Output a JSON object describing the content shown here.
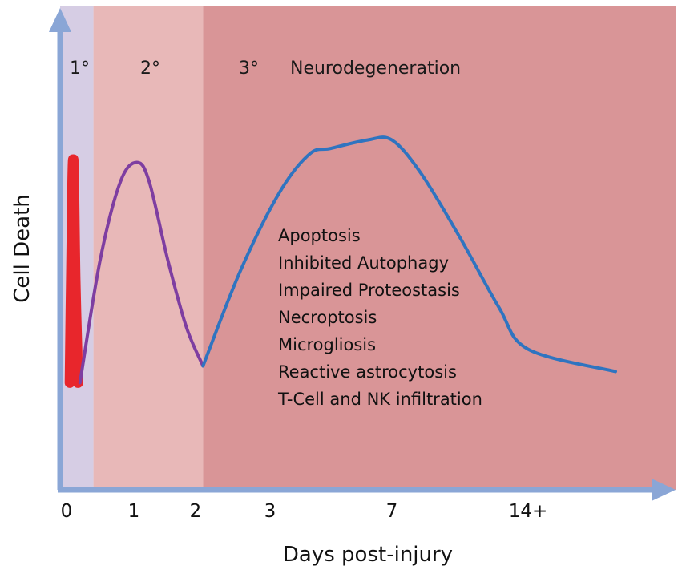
{
  "chart_data": {
    "type": "line",
    "title": "",
    "xlabel": "Days post-injury",
    "ylabel": "Cell Death",
    "x_tick_labels": [
      "0",
      "1",
      "2",
      "3",
      "7",
      "14+"
    ],
    "phases": [
      {
        "label": "1°",
        "name": "",
        "day_start": 0,
        "day_end": 0.4,
        "color": "#d6cde4"
      },
      {
        "label": "2°",
        "name": "",
        "day_start": 0.4,
        "day_end": 2.1,
        "color": "#e8b8b8"
      },
      {
        "label": "3°",
        "name": "Neurodegeneration",
        "day_start": 2.1,
        "day_end": 15,
        "color": "#d99597"
      }
    ],
    "series": [
      {
        "color": "#e8262c",
        "points": [
          [
            0.05,
            0.18
          ],
          [
            0.07,
            0.55
          ],
          [
            0.1,
            0.98
          ],
          [
            0.13,
            0.55
          ],
          [
            0.17,
            0.18
          ]
        ]
      },
      {
        "color": "#7e3ea1",
        "points": [
          [
            0.2,
            0.18
          ],
          [
            0.5,
            0.62
          ],
          [
            0.8,
            0.9
          ],
          [
            1.05,
            0.97
          ],
          [
            1.25,
            0.9
          ],
          [
            1.55,
            0.62
          ],
          [
            1.85,
            0.38
          ],
          [
            2.1,
            0.24
          ]
        ]
      },
      {
        "color": "#2f74c0",
        "points": [
          [
            2.1,
            0.24
          ],
          [
            2.6,
            0.58
          ],
          [
            3.3,
            0.86
          ],
          [
            4.3,
            1.0
          ],
          [
            5,
            1.02
          ],
          [
            6.2,
            1.05
          ],
          [
            7,
            1.05
          ],
          [
            8.5,
            0.93
          ],
          [
            10.5,
            0.7
          ],
          [
            12.5,
            0.45
          ],
          [
            14,
            0.3
          ],
          [
            15,
            0.22
          ]
        ]
      }
    ],
    "process_labels": [
      "Apoptosis",
      "Inhibited Autophagy",
      "Impaired Proteostasis",
      "Necroptosis",
      "Microgliosis",
      "Reactive astrocytosis",
      "T-Cell and NK infiltration"
    ],
    "axis_color": "#8aa6d6",
    "grid": false,
    "legend": "none"
  }
}
